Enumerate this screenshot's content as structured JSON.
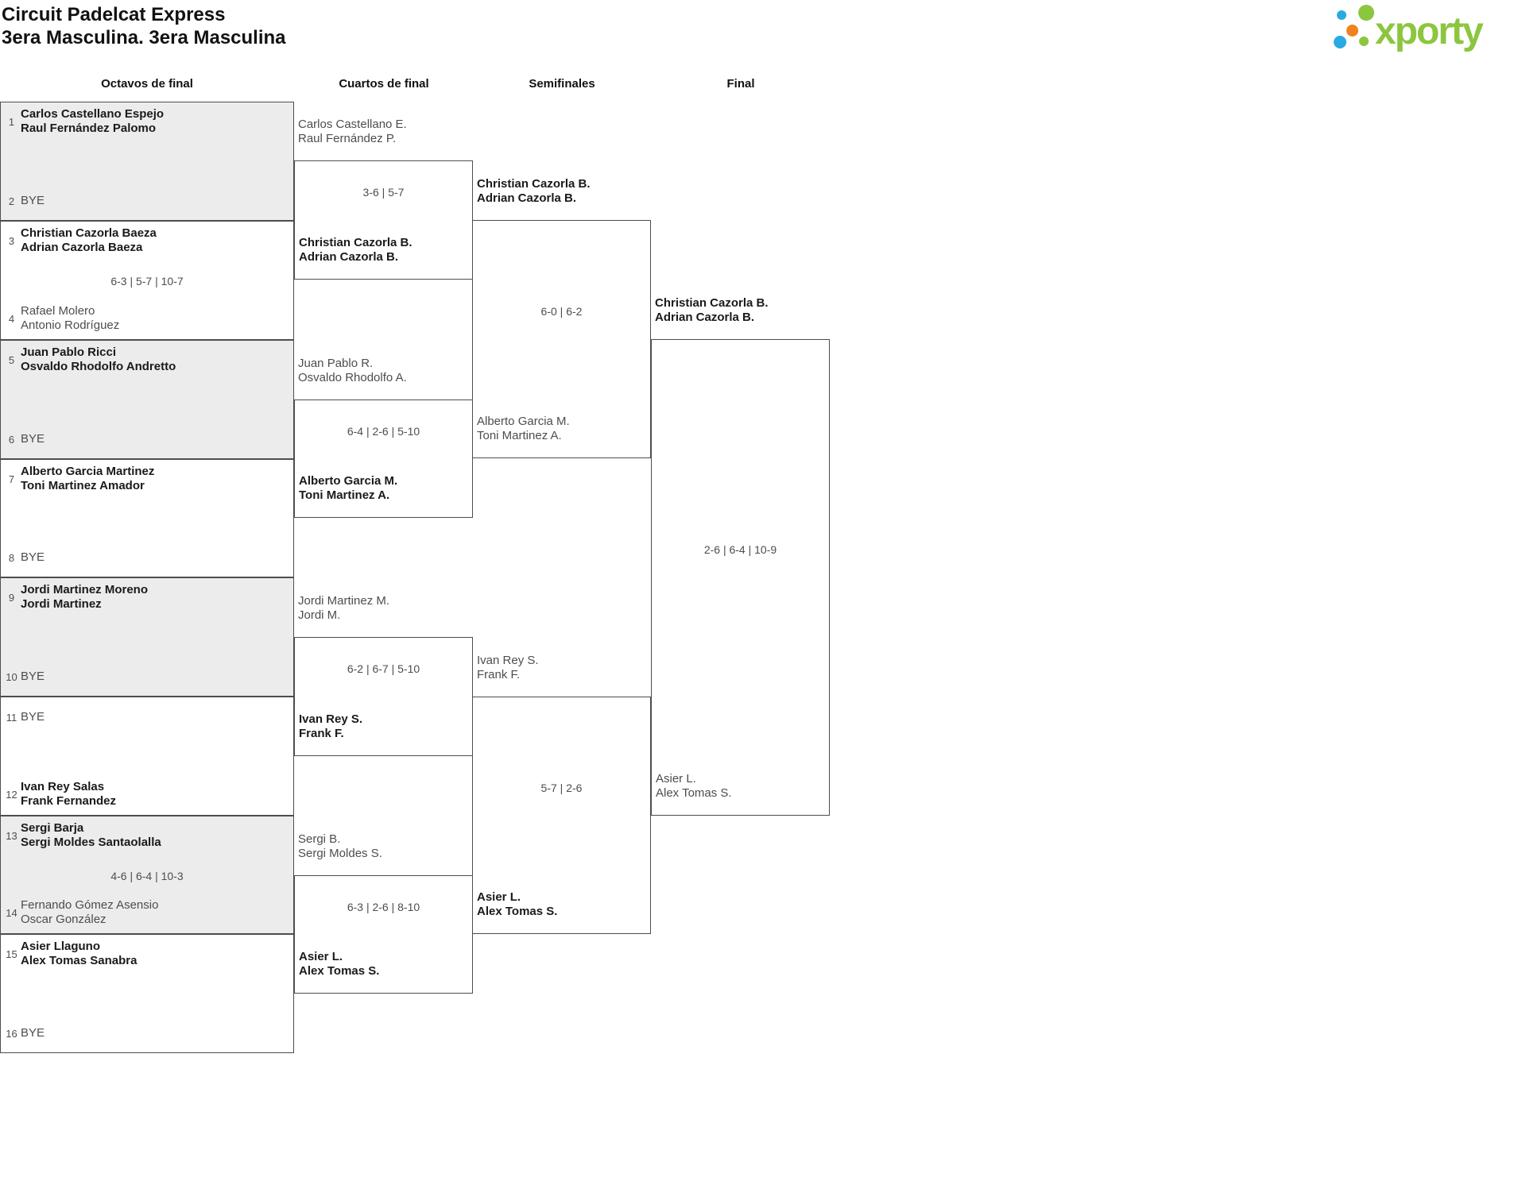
{
  "title": "Circuit Padelcat Express",
  "subtitle": "3era Masculina. 3era Masculina",
  "logo": {
    "text": "xporty",
    "green": "#8CC63F",
    "blue": "#29ABE2",
    "orange": "#F0831E"
  },
  "rounds": [
    "Octavos de final",
    "Cuartos de final",
    "Semifinales",
    "Final"
  ],
  "octavos": [
    {
      "top": {
        "seed": "1",
        "lines": [
          "Carlos Castellano Espejo",
          "Raul Fernández Palomo"
        ],
        "bold": true
      },
      "bottom": {
        "seed": "2",
        "lines": [
          "BYE"
        ],
        "bold": false
      },
      "score": ""
    },
    {
      "top": {
        "seed": "3",
        "lines": [
          "Christian Cazorla Baeza",
          "Adrian Cazorla Baeza"
        ],
        "bold": true
      },
      "bottom": {
        "seed": "4",
        "lines": [
          "Rafael Molero",
          "Antonio Rodríguez"
        ],
        "bold": false
      },
      "score": "6-3 | 5-7 | 10-7"
    },
    {
      "top": {
        "seed": "5",
        "lines": [
          "Juan Pablo Ricci",
          "Osvaldo Rhodolfo Andretto"
        ],
        "bold": true
      },
      "bottom": {
        "seed": "6",
        "lines": [
          "BYE"
        ],
        "bold": false
      },
      "score": ""
    },
    {
      "top": {
        "seed": "7",
        "lines": [
          "Alberto Garcia Martinez",
          "Toni Martinez Amador"
        ],
        "bold": true
      },
      "bottom": {
        "seed": "8",
        "lines": [
          "BYE"
        ],
        "bold": false
      },
      "score": ""
    },
    {
      "top": {
        "seed": "9",
        "lines": [
          "Jordi Martinez Moreno",
          "Jordi Martinez"
        ],
        "bold": true
      },
      "bottom": {
        "seed": "10",
        "lines": [
          "BYE"
        ],
        "bold": false
      },
      "score": ""
    },
    {
      "top": {
        "seed": "11",
        "lines": [
          "BYE"
        ],
        "bold": false
      },
      "bottom": {
        "seed": "12",
        "lines": [
          "Ivan Rey Salas",
          "Frank Fernandez"
        ],
        "bold": true
      },
      "score": ""
    },
    {
      "top": {
        "seed": "13",
        "lines": [
          "Sergi Barja",
          "Sergi Moldes Santaolalla"
        ],
        "bold": true
      },
      "bottom": {
        "seed": "14",
        "lines": [
          "Fernando Gómez Asensio",
          "Oscar González"
        ],
        "bold": false
      },
      "score": "4-6 | 6-4 | 10-3"
    },
    {
      "top": {
        "seed": "15",
        "lines": [
          "Asier Llaguno",
          "Alex Tomas Sanabra"
        ],
        "bold": true
      },
      "bottom": {
        "seed": "16",
        "lines": [
          "BYE"
        ],
        "bold": false
      },
      "score": ""
    }
  ],
  "quarterfinals": [
    {
      "top_team": {
        "lines": [
          "Carlos Castellano E.",
          "Raul Fernández P."
        ],
        "bold": false
      },
      "bottom_team": {
        "lines": [
          "Christian Cazorla B.",
          "Adrian Cazorla B."
        ],
        "bold": true
      },
      "score": "3-6 | 5-7"
    },
    {
      "top_team": {
        "lines": [
          "Juan Pablo R.",
          "Osvaldo Rhodolfo A."
        ],
        "bold": false
      },
      "bottom_team": {
        "lines": [
          "Alberto Garcia M.",
          "Toni Martinez A."
        ],
        "bold": true
      },
      "score": "6-4 | 2-6 | 5-10"
    },
    {
      "top_team": {
        "lines": [
          "Jordi Martinez M.",
          "Jordi M."
        ],
        "bold": false
      },
      "bottom_team": {
        "lines": [
          "Ivan Rey S.",
          "Frank F."
        ],
        "bold": true
      },
      "score": "6-2 | 6-7 | 5-10"
    },
    {
      "top_team": {
        "lines": [
          "Sergi B.",
          "Sergi Moldes S."
        ],
        "bold": false
      },
      "bottom_team": {
        "lines": [
          "Asier L.",
          "Alex Tomas S."
        ],
        "bold": true
      },
      "score": "6-3 | 2-6 | 8-10"
    }
  ],
  "semifinals": [
    {
      "top_team": {
        "lines": [
          "Christian Cazorla B.",
          "Adrian Cazorla B."
        ],
        "bold": true
      },
      "bottom_team": {
        "lines": [
          "Alberto Garcia M.",
          "Toni Martinez A."
        ],
        "bold": false
      },
      "score": "6-0 | 6-2"
    },
    {
      "top_team": {
        "lines": [
          "Ivan Rey S.",
          "Frank F."
        ],
        "bold": false
      },
      "bottom_team": {
        "lines": [
          "Asier L.",
          "Alex Tomas S."
        ],
        "bold": true
      },
      "score": "5-7 | 2-6"
    }
  ],
  "final": {
    "top_team": {
      "lines": [
        "Christian Cazorla B.",
        "Adrian Cazorla B."
      ],
      "bold": true
    },
    "bottom_team": {
      "lines": [
        "Asier L.",
        "Alex Tomas S."
      ],
      "bold": false
    },
    "score": "2-6 | 6-4 | 10-9"
  }
}
